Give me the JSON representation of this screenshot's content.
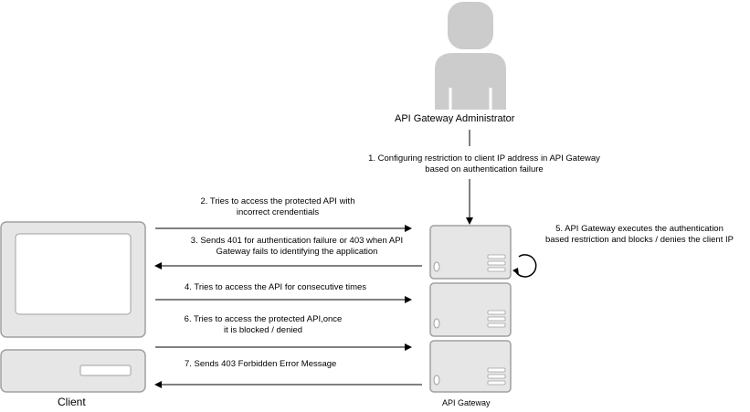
{
  "actors": {
    "administrator": "API Gateway Administrator",
    "client": "Client",
    "gateway": "API Gateway"
  },
  "steps": {
    "step1_line1": "1. Configuring restriction to client IP address in API Gateway",
    "step1_line2": "based on authentication failure",
    "step2_line1": "2. Tries to access the protected API  with",
    "step2_line2": "incorrect crendentials",
    "step3_line1": "3. Sends 401 for authentication failure or 403 when API",
    "step3_line2": "Gateway fails to identifying the application",
    "step4": "4. Tries to access the API for consecutive times",
    "step5_line1": "5. API Gateway executes the authentication",
    "step5_line2": "based restriction and blocks / denies the client IP",
    "step6_line1": "6. Tries to access the protected API,once",
    "step6_line2": "it is blocked / denied",
    "step7": "7. Sends 403 Forbidden Error Message"
  },
  "colors": {
    "device_fill": "#e6e6e6",
    "device_stroke": "#a0a0a0",
    "person_fill": "#cccccc",
    "line": "#000000"
  }
}
